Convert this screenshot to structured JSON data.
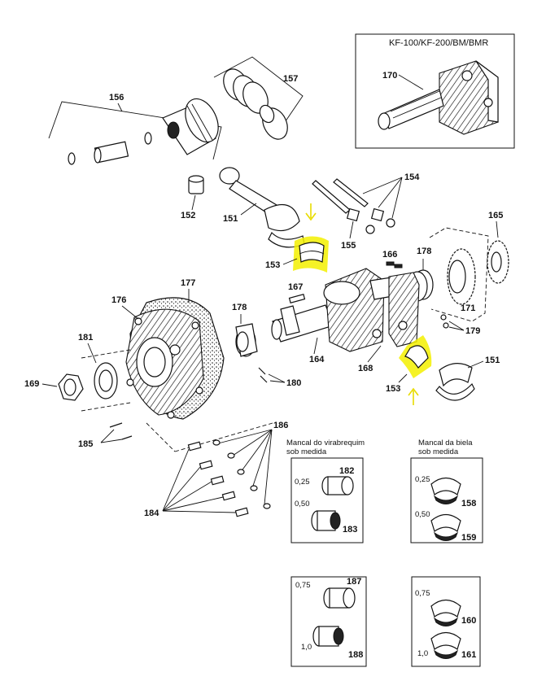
{
  "header_box": {
    "title": "KF-100/KF-200/BM/BMR"
  },
  "parts": {
    "p156": "156",
    "p157": "157",
    "p170": "170",
    "p154": "154",
    "p152": "152",
    "p151a": "151",
    "p155": "155",
    "p153a": "153",
    "p166": "166",
    "p178a": "178",
    "p171": "171",
    "p165": "165",
    "p167": "167",
    "p177": "177",
    "p176": "176",
    "p178b": "178",
    "p179": "179",
    "p181": "181",
    "p164": "164",
    "p168": "168",
    "p153b": "153",
    "p151b": "151",
    "p169": "169",
    "p180": "180",
    "p185": "185",
    "p186": "186",
    "p184": "184"
  },
  "crank_bearing_box": {
    "title_line1": "Mancal do virabrequim",
    "title_line2": "sob medida",
    "row1_size": "0,25",
    "row1_part": "182",
    "row2_size": "0,50",
    "row2_part": "183"
  },
  "rod_bearing_box": {
    "title_line1": "Mancal da biela",
    "title_line2": "sob medida",
    "row1_size": "0,25",
    "row1_part": "158",
    "row2_size": "0,50",
    "row2_part": "159"
  },
  "crank_bearing_box2": {
    "row1_size": "0,75",
    "row1_part": "187",
    "row2_size": "1,0",
    "row2_part": "188"
  },
  "rod_bearing_box2": {
    "row1_size": "0,75",
    "row1_part": "160",
    "row2_size": "1,0",
    "row2_part": "161"
  },
  "colors": {
    "highlight": "#f3f000",
    "ink": "#111111"
  }
}
